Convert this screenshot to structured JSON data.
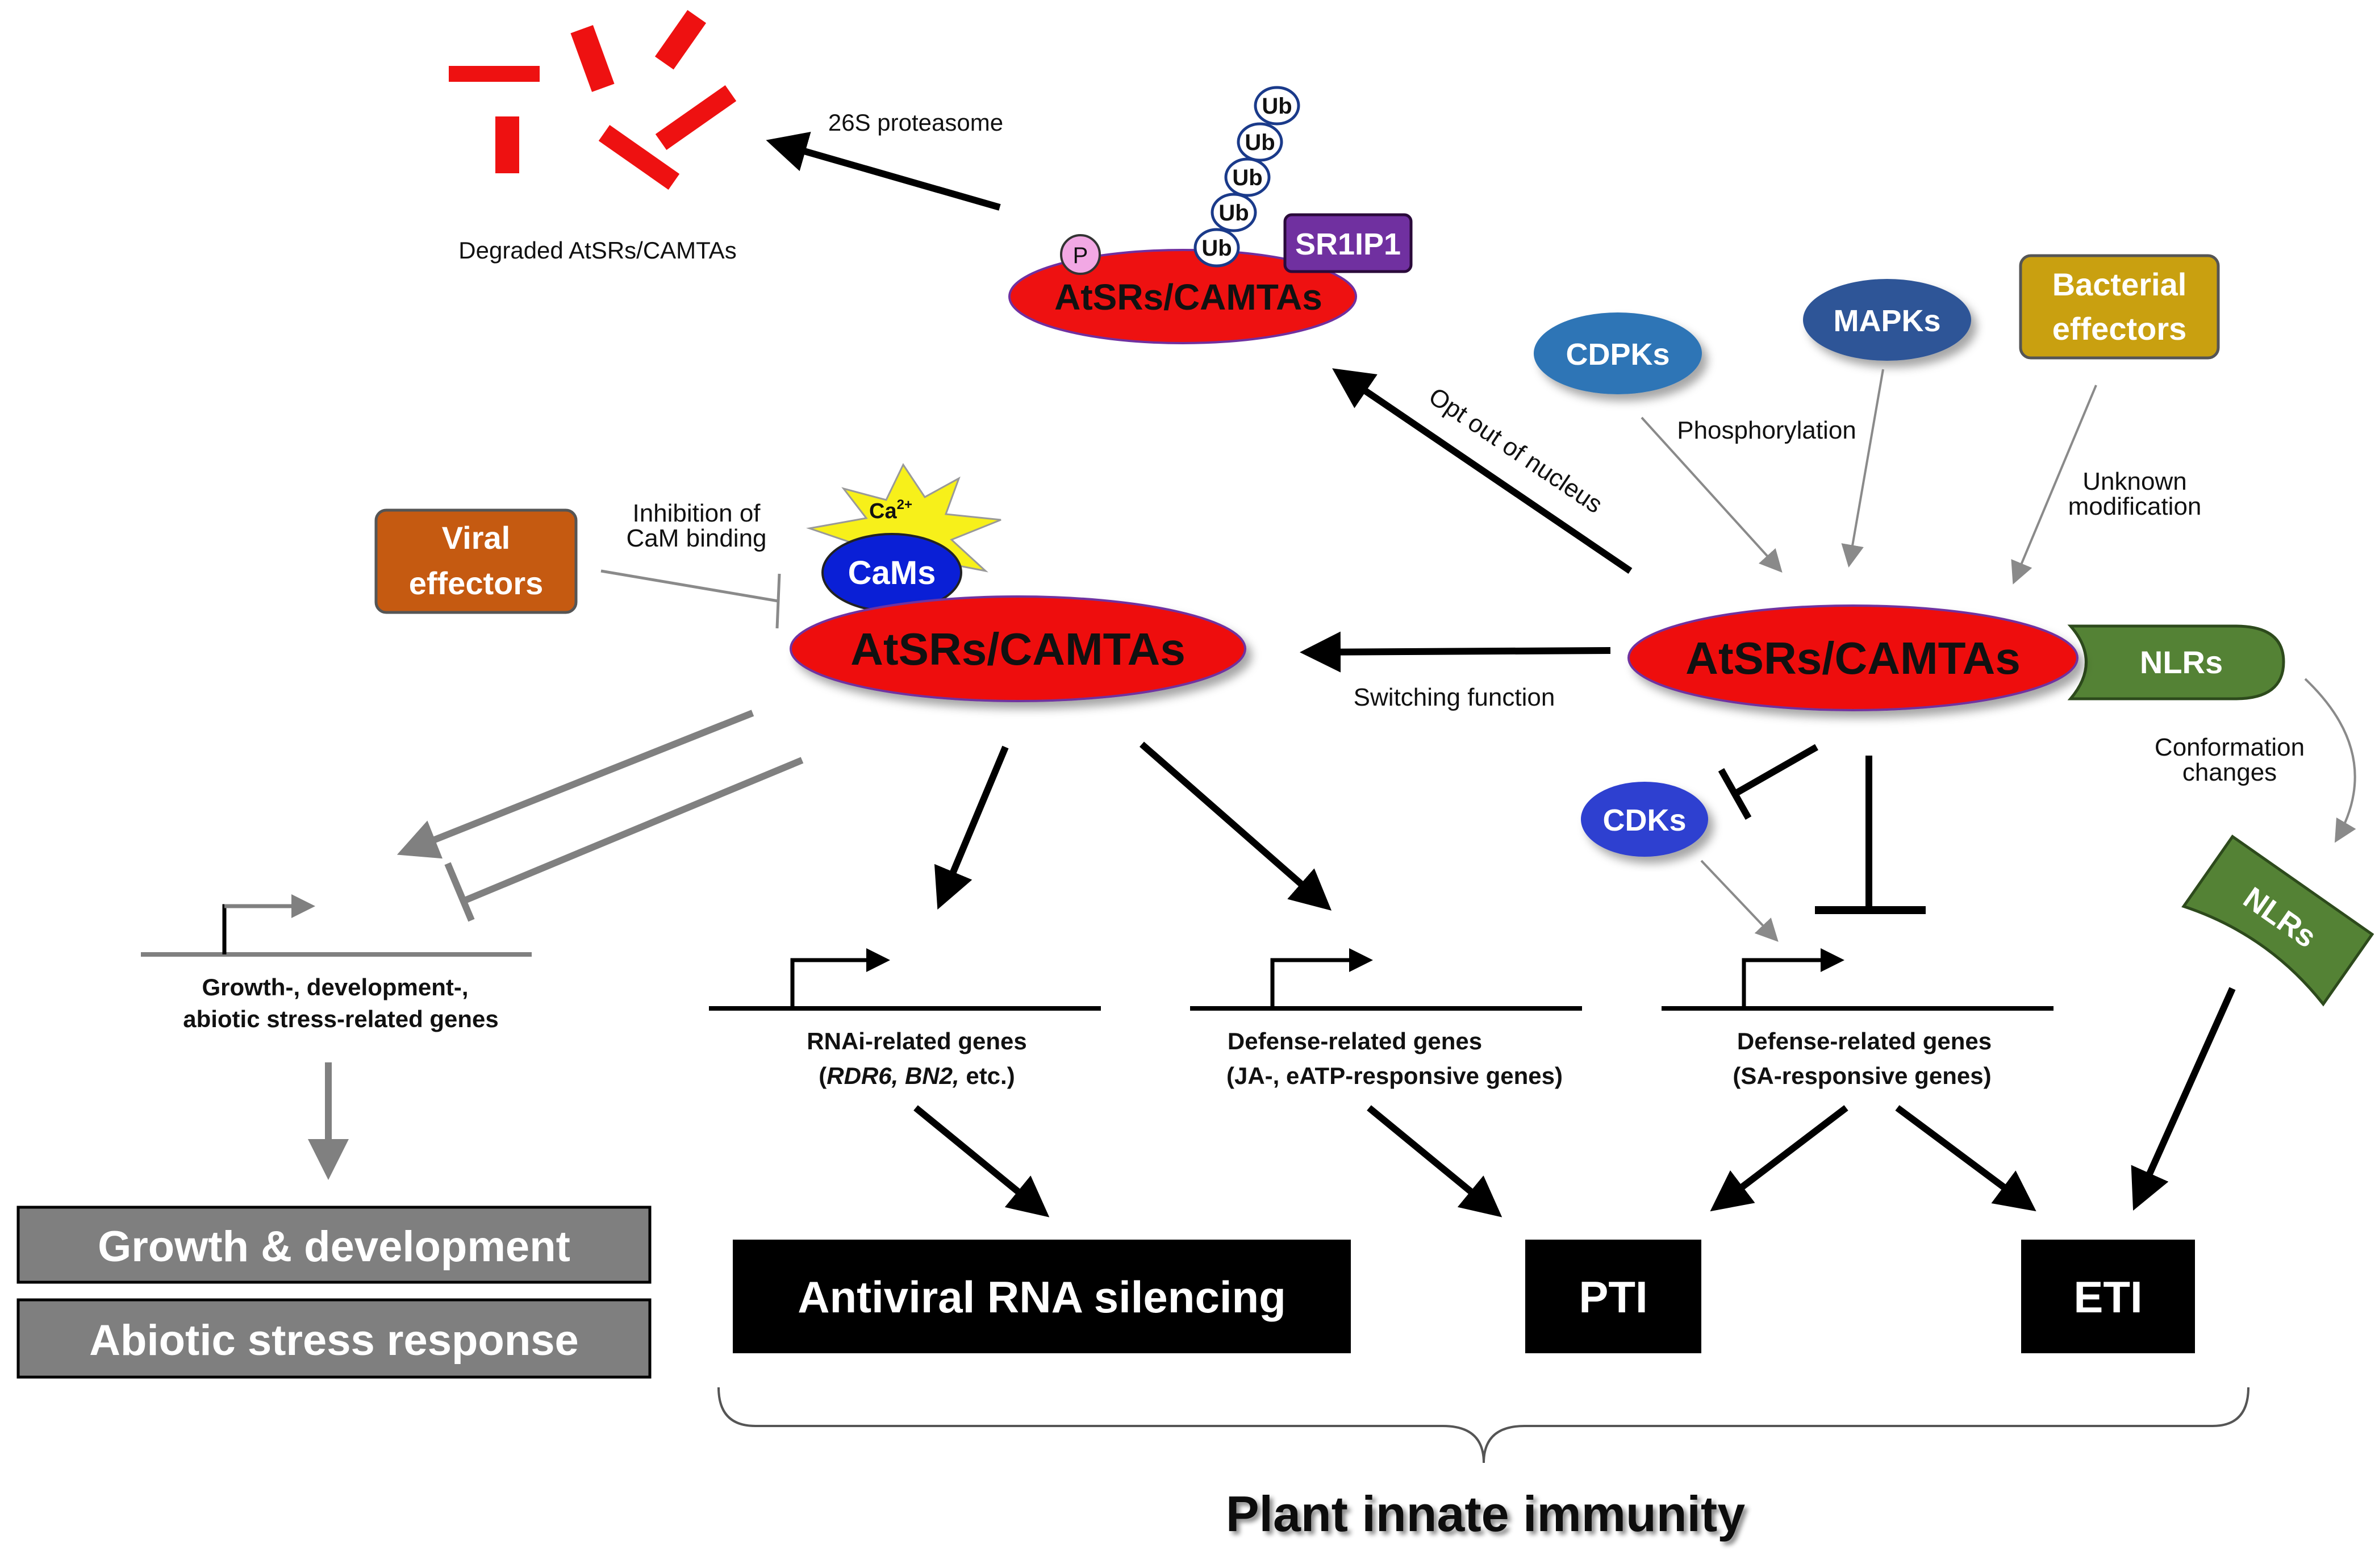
{
  "labels": {
    "degraded": "Degraded AtSRs/CAMTAs",
    "proteasome": "26S proteasome",
    "ub": "Ub",
    "p": "P",
    "sr1ip1": "SR1IP1",
    "atsrs": "AtSRs/CAMTAs",
    "cdpks": "CDPKs",
    "mapks": "MAPKs",
    "bacterial_line1": "Bacterial",
    "bacterial_line2": "effectors",
    "phosphorylation": "Phosphorylation",
    "unknown_line1": "Unknown",
    "unknown_line2": "modification",
    "opt_out": "Opt out of nucleus",
    "viral_line1": "Viral",
    "viral_line2": "effectors",
    "inhibition_line1": "Inhibition of",
    "inhibition_line2": "CaM binding",
    "ca": "Ca",
    "ca_sup": "2+",
    "cams": "CaMs",
    "switching": "Switching function",
    "nlrs": "NLRs",
    "conformation_line1": "Conformation",
    "conformation_line2": "changes",
    "cdks": "CDKs",
    "growth_genes_line1": "Growth-, development-,",
    "growth_genes_line2": "abiotic stress-related genes",
    "rnai_genes_line1": "RNAi-related genes",
    "rnai_genes_italic": "RDR6, BN2,",
    "rnai_genes_tail": " etc.)",
    "defense_ja_line1": "Defense-related genes",
    "defense_ja_line2": "(JA-, eATP-responsive genes)",
    "defense_sa_line1": "Defense-related genes",
    "defense_sa_line2": "(SA-responsive genes)",
    "growth_box": "Growth & development",
    "abiotic_box": "Abiotic stress response",
    "antiviral_box": "Antiviral RNA silencing",
    "pti": "PTI",
    "eti": "ETI",
    "immunity": "Plant innate immunity"
  },
  "colors": {
    "red": "#ee1111",
    "purple": "#7030a0",
    "cdpk_blue": "#2e75b6",
    "mapk_blue": "#2f5597",
    "gold": "#c9a010",
    "orange": "#c55a11",
    "cam_blue": "#0a1fd6",
    "cdk_blue": "#2f3fd0",
    "green": "#548235",
    "gray": "#808080"
  }
}
